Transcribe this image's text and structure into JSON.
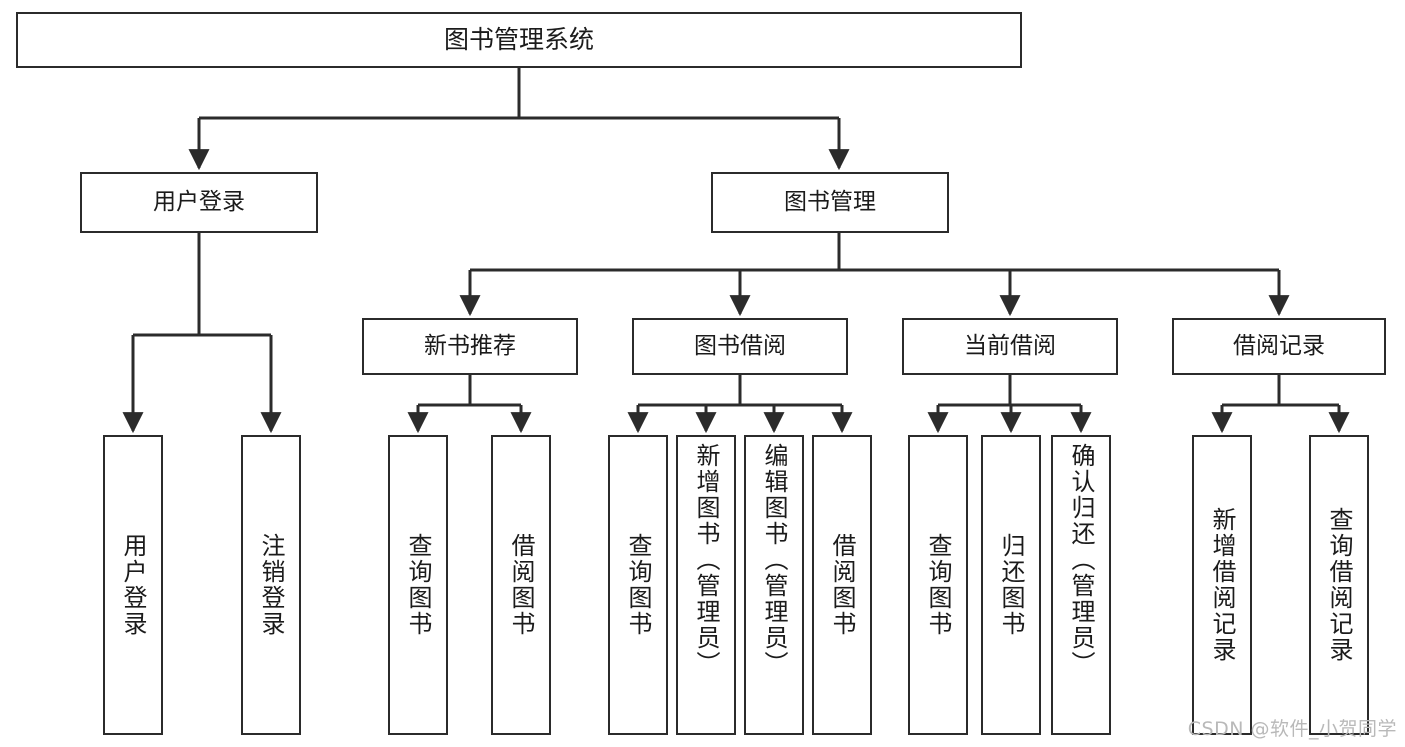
{
  "diagram": {
    "title": "图书管理系统",
    "type": "tree-hierarchy",
    "watermark": "CSDN @软件_小贺同学",
    "colors": {
      "stroke": "#2b2b2b",
      "fill": "#ffffff",
      "text": "#1b1b1b",
      "watermark": "#b9b9b9"
    },
    "nodes": {
      "root": {
        "label": "图书管理系统"
      },
      "level1": [
        {
          "label": "用户登录"
        },
        {
          "label": "图书管理"
        }
      ],
      "level2": [
        {
          "label": "新书推荐"
        },
        {
          "label": "图书借阅"
        },
        {
          "label": "当前借阅"
        },
        {
          "label": "借阅记录"
        }
      ],
      "leaves_user_login": [
        {
          "label": "用户登录"
        },
        {
          "label": "注销登录"
        }
      ],
      "leaves_new_book": [
        {
          "label": "查询图书"
        },
        {
          "label": "借阅图书"
        }
      ],
      "leaves_borrow": [
        {
          "label": "查询图书"
        },
        {
          "label": "新增图书（管理员）"
        },
        {
          "label": "编辑图书（管理员）"
        },
        {
          "label": "借阅图书"
        }
      ],
      "leaves_current": [
        {
          "label": "查询图书"
        },
        {
          "label": "归还图书"
        },
        {
          "label": "确认归还（管理员）"
        }
      ],
      "leaves_records": [
        {
          "label": "新增借阅记录"
        },
        {
          "label": "查询借阅记录"
        }
      ]
    }
  }
}
